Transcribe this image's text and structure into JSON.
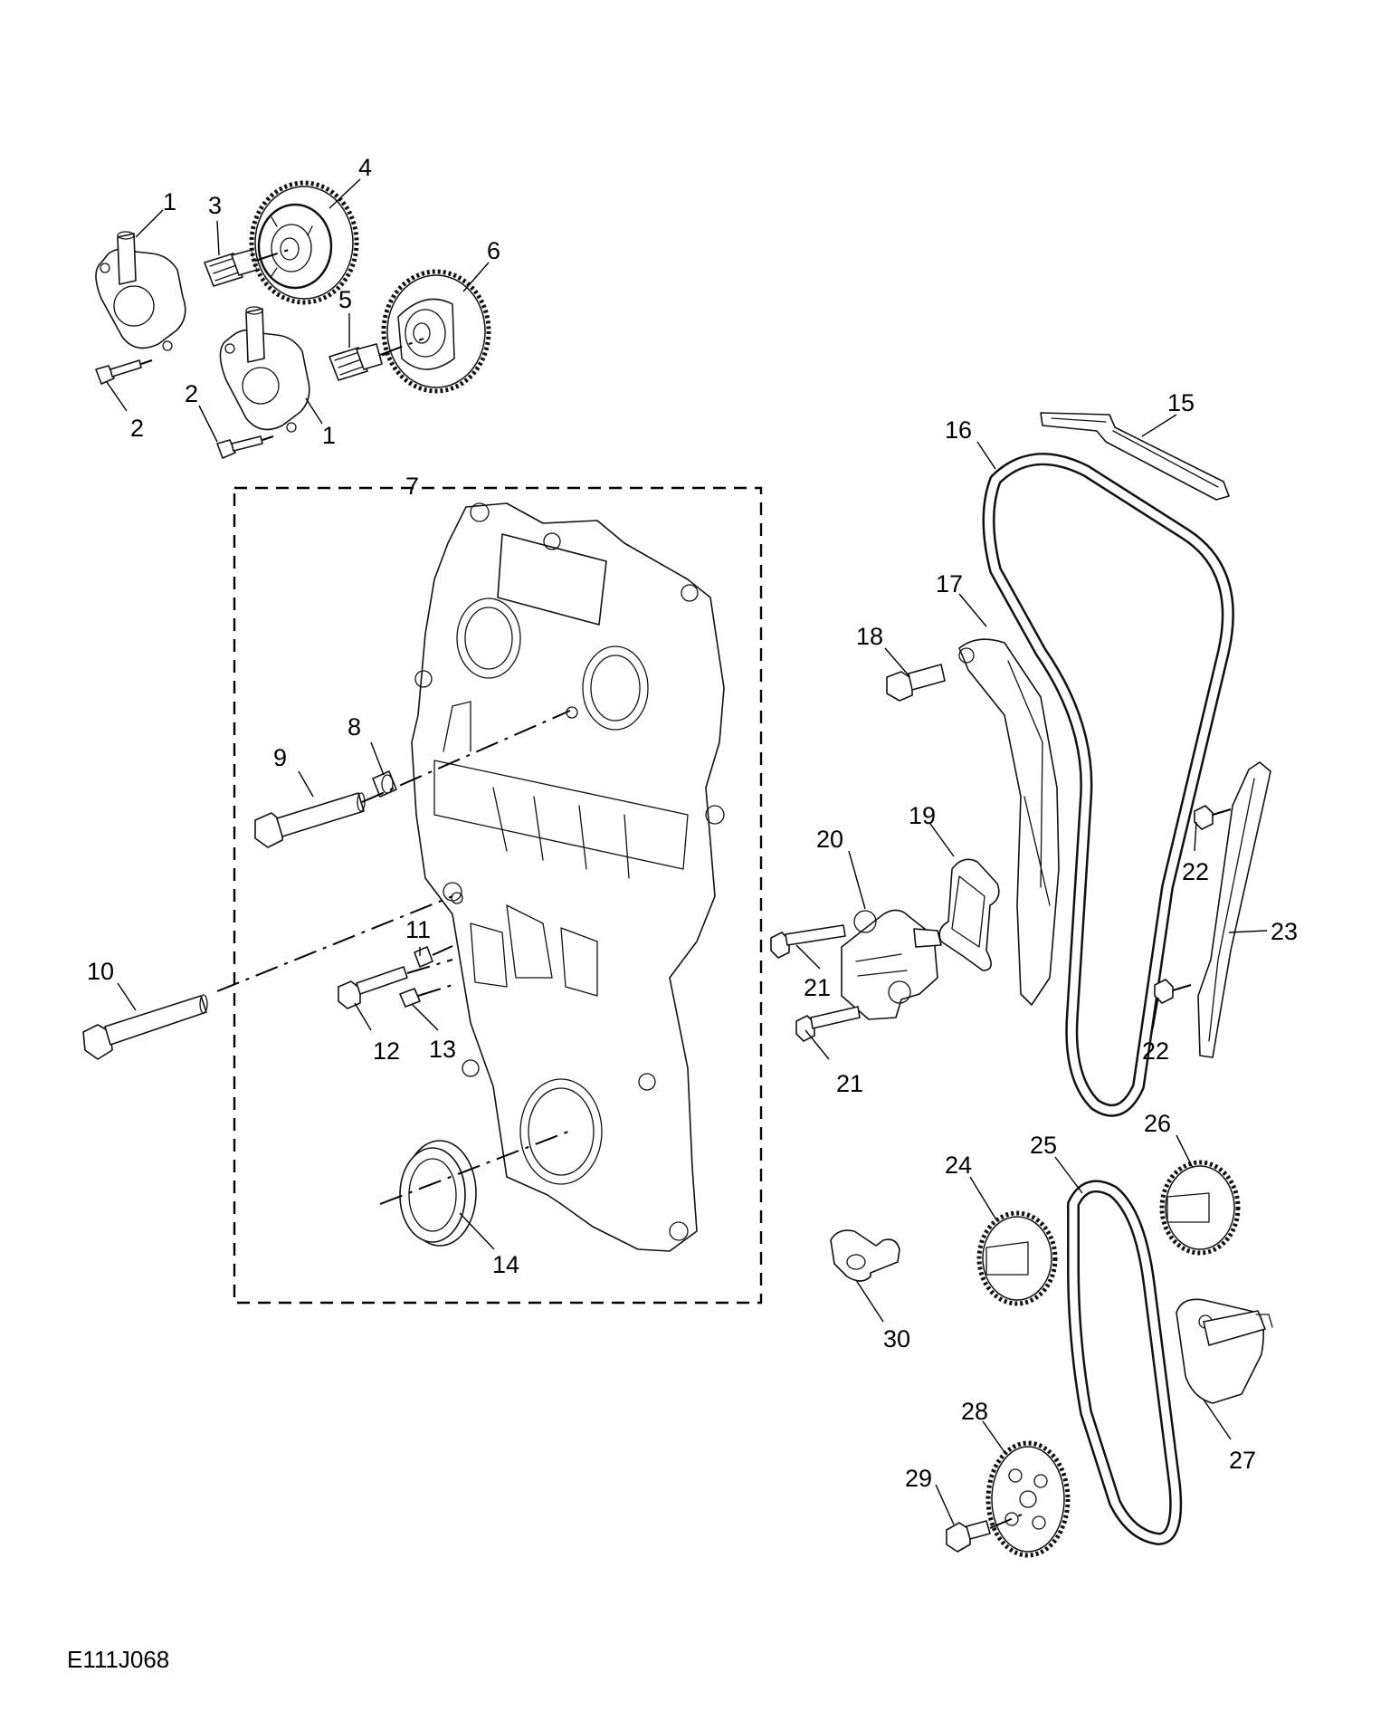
{
  "diagram": {
    "reference_code": "E111J068",
    "callouts": [
      {
        "id": "c1a",
        "label": "1"
      },
      {
        "id": "c1b",
        "label": "1"
      },
      {
        "id": "c2a",
        "label": "2"
      },
      {
        "id": "c2b",
        "label": "2"
      },
      {
        "id": "c3",
        "label": "3"
      },
      {
        "id": "c4",
        "label": "4"
      },
      {
        "id": "c5",
        "label": "5"
      },
      {
        "id": "c6",
        "label": "6"
      },
      {
        "id": "c7",
        "label": "7"
      },
      {
        "id": "c8",
        "label": "8"
      },
      {
        "id": "c9",
        "label": "9"
      },
      {
        "id": "c10",
        "label": "10"
      },
      {
        "id": "c11",
        "label": "11"
      },
      {
        "id": "c12",
        "label": "12"
      },
      {
        "id": "c13",
        "label": "13"
      },
      {
        "id": "c14",
        "label": "14"
      },
      {
        "id": "c15",
        "label": "15"
      },
      {
        "id": "c16",
        "label": "16"
      },
      {
        "id": "c17",
        "label": "17"
      },
      {
        "id": "c18",
        "label": "18"
      },
      {
        "id": "c19",
        "label": "19"
      },
      {
        "id": "c20",
        "label": "20"
      },
      {
        "id": "c21a",
        "label": "21"
      },
      {
        "id": "c21b",
        "label": "21"
      },
      {
        "id": "c22a",
        "label": "22"
      },
      {
        "id": "c22b",
        "label": "22"
      },
      {
        "id": "c23",
        "label": "23"
      },
      {
        "id": "c24",
        "label": "24"
      },
      {
        "id": "c25",
        "label": "25"
      },
      {
        "id": "c26",
        "label": "26"
      },
      {
        "id": "c27",
        "label": "27"
      },
      {
        "id": "c28",
        "label": "28"
      },
      {
        "id": "c29",
        "label": "29"
      },
      {
        "id": "c30",
        "label": "30"
      }
    ]
  }
}
